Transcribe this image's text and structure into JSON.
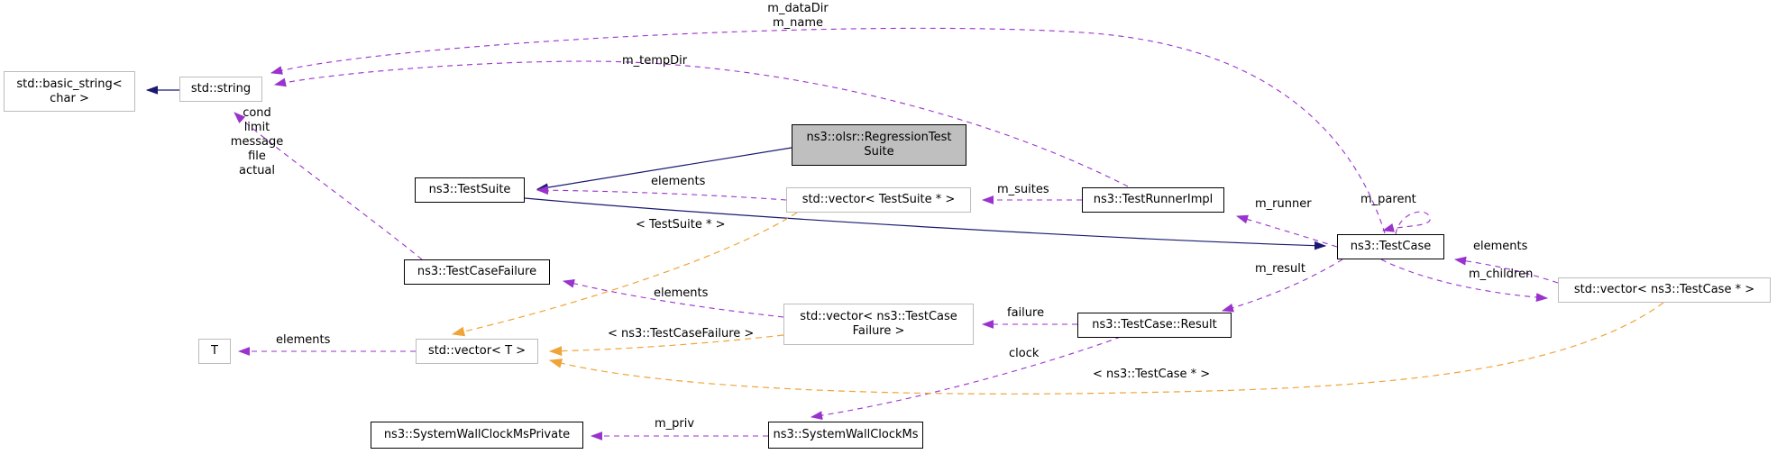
{
  "diagram_type": "doxygen-collaboration-graph",
  "colors": {
    "inheritance_edge": "#191970",
    "usage_edge": "#9a32cd",
    "template_edge": "#efa439",
    "highlight_fill": "#bfbfbf",
    "std_node_border": "#bcbcbc",
    "node_border": "#000000"
  },
  "nodes": [
    {
      "id": "basic-string",
      "label": "std::basic_string<\nchar >"
    },
    {
      "id": "string",
      "label": "std::string"
    },
    {
      "id": "test-suite",
      "label": "ns3::TestSuite"
    },
    {
      "id": "regression-test-suite",
      "label": "ns3::olsr::RegressionTest\nSuite"
    },
    {
      "id": "vector-testsuite",
      "label": "std::vector< TestSuite * >"
    },
    {
      "id": "test-runner-impl",
      "label": "ns3::TestRunnerImpl"
    },
    {
      "id": "test-case",
      "label": "ns3::TestCase"
    },
    {
      "id": "vector-testcase-ptr",
      "label": "std::vector< ns3::TestCase * >"
    },
    {
      "id": "test-case-failure",
      "label": "ns3::TestCaseFailure"
    },
    {
      "id": "vector-testcasefailure",
      "label": "std::vector< ns3::TestCase\nFailure >"
    },
    {
      "id": "test-case-result",
      "label": "ns3::TestCase::Result"
    },
    {
      "id": "t",
      "label": "T"
    },
    {
      "id": "vector-t",
      "label": "std::vector< T >"
    },
    {
      "id": "system-wall-clock-ms-private",
      "label": "ns3::SystemWallClockMsPrivate"
    },
    {
      "id": "system-wall-clock-ms",
      "label": "ns3::SystemWallClockMs"
    }
  ],
  "edge_labels": [
    {
      "text": "m_dataDir\nm_name"
    },
    {
      "text": "m_tempDir"
    },
    {
      "text": "cond\nlimit\nmessage\nfile\nactual"
    },
    {
      "text": "elements"
    },
    {
      "text": "m_suites"
    },
    {
      "text": "m_runner"
    },
    {
      "text": "m_parent"
    },
    {
      "text": "elements"
    },
    {
      "text": "m_children"
    },
    {
      "text": "m_result"
    },
    {
      "text": "failure"
    },
    {
      "text": "clock"
    },
    {
      "text": "< TestSuite * >"
    },
    {
      "text": "elements"
    },
    {
      "text": "< ns3::TestCaseFailure >"
    },
    {
      "text": "elements"
    },
    {
      "text": "< ns3::TestCase * >"
    },
    {
      "text": "m_priv"
    }
  ]
}
